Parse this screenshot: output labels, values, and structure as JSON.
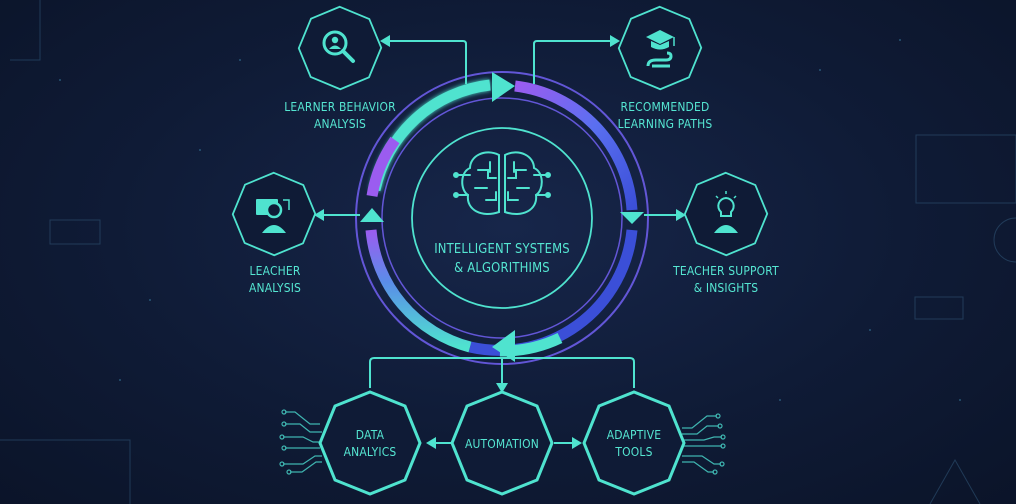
{
  "center": {
    "line1": "INTELLIGENT SYSTEMS",
    "line2": "& ALGORITHIMS",
    "icon": "brain-circuit-icon"
  },
  "nodes": {
    "learner_behavior": {
      "line1": "LEARNER BEHAVIOR",
      "line2": "ANALYSIS",
      "icon": "magnifier-user-icon"
    },
    "recommended_paths": {
      "line1": "RECOMMENDED",
      "line2": "LEARNING PATHS",
      "icon": "graduation-cap-path-icon"
    },
    "leacher_analysis": {
      "line1": "LEACHER",
      "line2": "ANALYSIS",
      "icon": "user-screen-icon"
    },
    "teacher_support": {
      "line1": "TEACHER SUPPORT",
      "line2": "& INSIGHTS",
      "icon": "lightbulb-user-icon"
    },
    "data_analytics": {
      "line1": "DATA",
      "line2": "ANALYICS"
    },
    "automation": {
      "line1": "AUTOMATION"
    },
    "adaptive_tools": {
      "line1": "ADAPTIVE",
      "line2": "TOOLS"
    }
  },
  "colors": {
    "teal": "#4fe3cf",
    "purple": "#9b5cf0",
    "blue": "#3b4fd8",
    "background": "#0f1b36"
  }
}
